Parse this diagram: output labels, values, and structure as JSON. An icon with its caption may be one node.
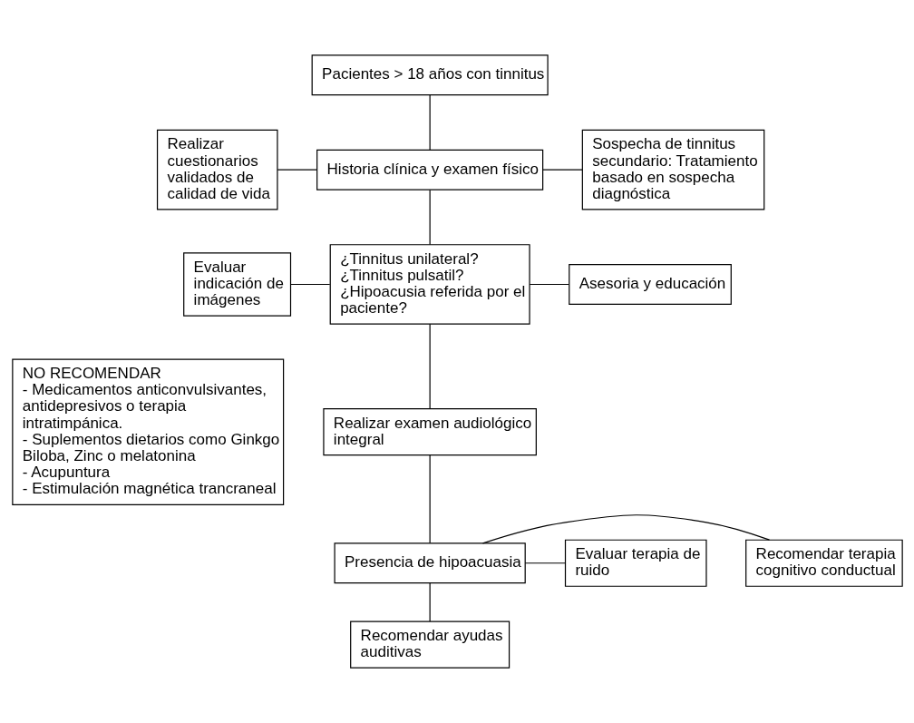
{
  "diagram": {
    "nodes": [
      {
        "text": [
          "Pacientes > 18 años con tinnitus"
        ]
      },
      {
        "text": [
          "Realizar cuestionarios validados de calidad de vida"
        ]
      },
      {
        "text": [
          "Historia clínica y examen físico"
        ]
      },
      {
        "text": [
          "Sospecha de tinnitus secundario: Tratamiento basado en sospecha diagnóstica"
        ]
      },
      {
        "text": [
          "Evaluar indicación de imágenes"
        ]
      },
      {
        "text": [
          "¿Tinnitus unilateral?",
          "¿Tinnitus pulsatil?",
          "¿Hipoacusia referida por el paciente?"
        ]
      },
      {
        "text": [
          "Asesoria y educación"
        ]
      },
      {
        "text": [
          "Realizar examen audiológico integral"
        ]
      },
      {
        "text": [
          "Recomendar terapia cognitivo conductual"
        ]
      },
      {
        "text": [
          "Presencia de hipoacuasia"
        ]
      },
      {
        "text": [
          "Evaluar terapia de ruido"
        ]
      },
      {
        "text": [
          "Recomendar ayudas auditivas"
        ]
      },
      {
        "text": [
          "NO RECOMENDAR",
          "- Medicamentos anticonvulsivantes, antidepresivos o terapia intratimpánica.",
          "- Suplementos dietarios como Ginkgo Biloba, Zinc o melatonina",
          "- Acupuntura",
          "- Estimulación magnética trancraneal"
        ]
      }
    ],
    "edges": [
      {
        "from": 0,
        "to": 2,
        "arrow": "none"
      },
      {
        "from": 1,
        "to": 2,
        "arrow": "none"
      },
      {
        "from": 2,
        "to": 3,
        "arrow": "none"
      },
      {
        "from": 2,
        "to": 5,
        "arrow": "none"
      },
      {
        "from": 4,
        "to": 5,
        "arrow": "none"
      },
      {
        "from": 5,
        "to": 6,
        "arrow": "none"
      },
      {
        "from": 5,
        "to": 7,
        "arrow": "none"
      },
      {
        "from": 7,
        "to": 9,
        "arrow": "none"
      },
      {
        "from": 9,
        "to": 8,
        "arrow": "none"
      },
      {
        "from": 9,
        "to": 10,
        "arrow": "none"
      },
      {
        "from": 9,
        "to": 11,
        "arrow": "none"
      }
    ]
  }
}
